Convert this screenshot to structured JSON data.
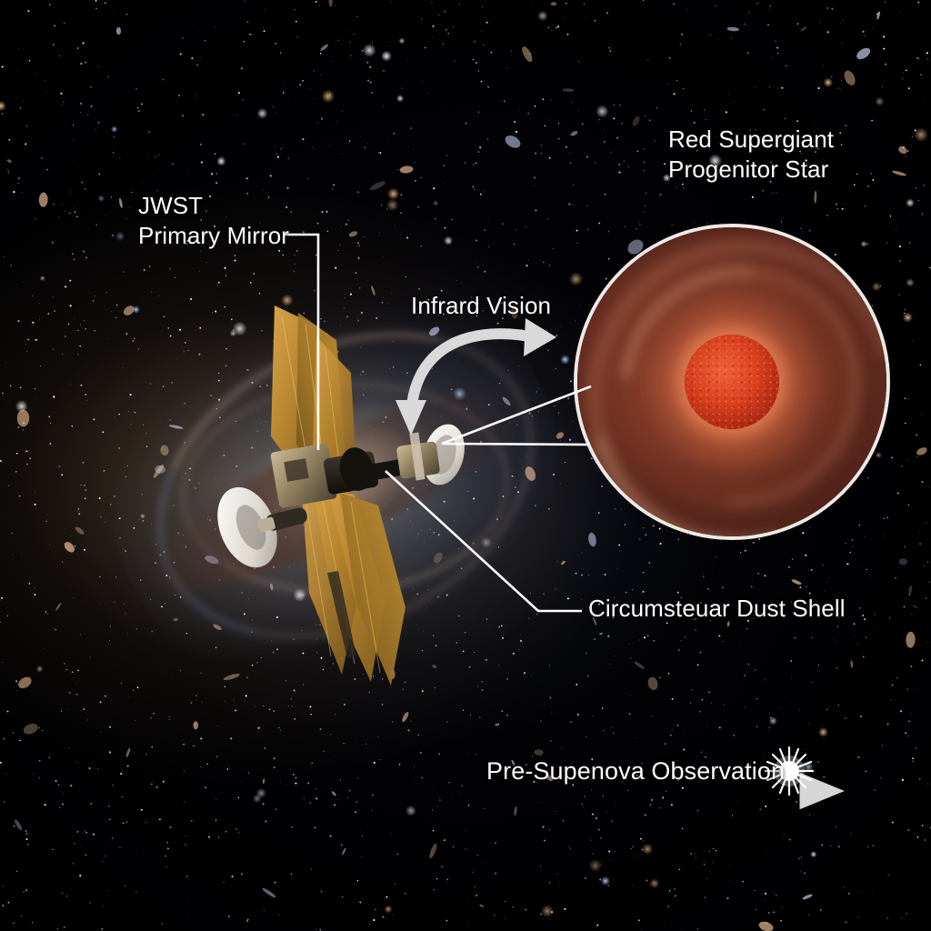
{
  "scene": {
    "title": "JWST pre-supernova observation diagram",
    "background": "deep-field-starfield-with-spiral-galaxy",
    "background_color": "#000005"
  },
  "annotations": {
    "progenitor": {
      "line1": "Red Supergiant",
      "line2": "Progenitor Star",
      "color": "#ffffff"
    },
    "jwst": {
      "line1": "JWST",
      "line2": "Primary Mirror",
      "color": "#ffffff"
    },
    "infrared": {
      "label": "Infrard Vision",
      "color": "#ffffff"
    },
    "dust_shell": {
      "label": "Circumsteuar Dust Shell",
      "color": "#ffffff"
    },
    "timeline": {
      "label": "Pre-Supenova Observation",
      "color": "#ffffff",
      "arrow_color": "#d6d6d6",
      "burst_icon": "supernova-burst-icon"
    }
  },
  "inset": {
    "name": "red-supergiant-magnifier-inset",
    "border_color": "#efe9e4",
    "star_color": "#d8401f",
    "dust_color": "#6a2f22"
  },
  "spacecraft": {
    "name": "jwst-spacecraft",
    "solar_panel_color": "#b8862f",
    "dish_color": "#e8e4dd",
    "bus_color": "#2a2520"
  },
  "galaxy": {
    "name": "spiral-galaxy",
    "core_color": "#fff3de",
    "dust_lane_color": "#56302a"
  }
}
